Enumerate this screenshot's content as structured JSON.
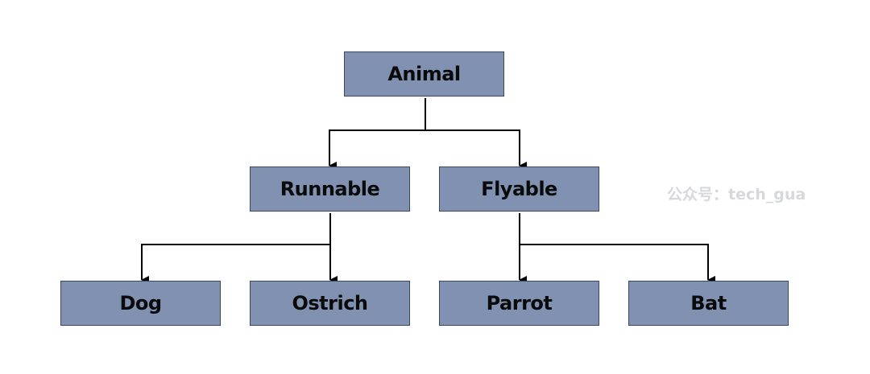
{
  "nodes": {
    "animal": "Animal",
    "runnable": "Runnable",
    "flyable": "Flyable",
    "dog": "Dog",
    "ostrich": "Ostrich",
    "parrot": "Parrot",
    "bat": "Bat"
  },
  "edges": [
    {
      "from": "Animal",
      "to": "Runnable"
    },
    {
      "from": "Animal",
      "to": "Flyable"
    },
    {
      "from": "Runnable",
      "to": "Dog"
    },
    {
      "from": "Runnable",
      "to": "Ostrich"
    },
    {
      "from": "Flyable",
      "to": "Parrot"
    },
    {
      "from": "Flyable",
      "to": "Bat"
    }
  ],
  "watermark": "公众号：tech_gua",
  "colors": {
    "node_fill": "#8191b1",
    "node_border": "#3b4662",
    "edge": "#000000"
  }
}
